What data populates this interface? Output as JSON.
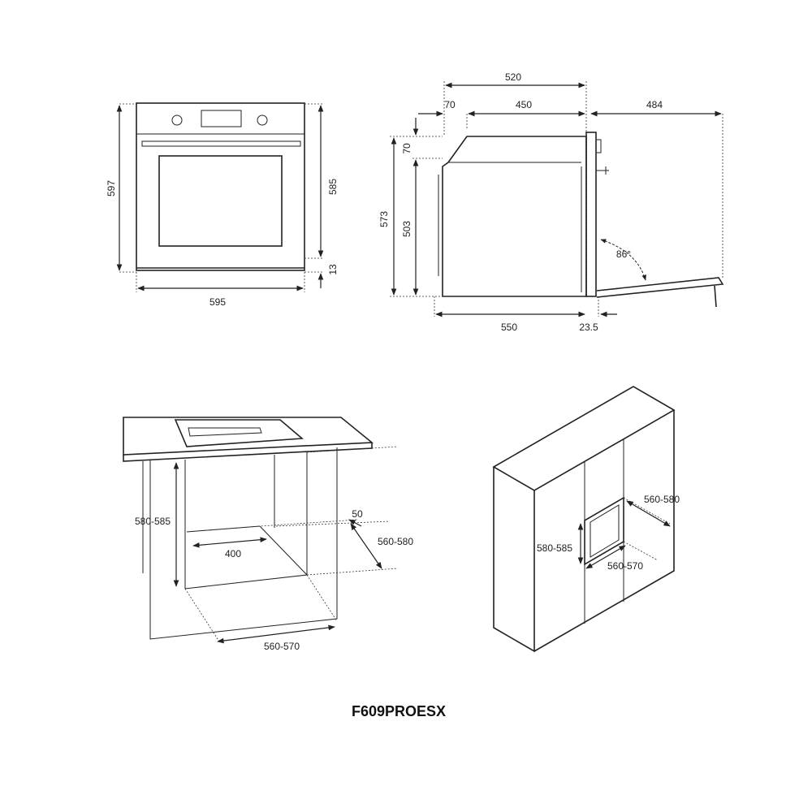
{
  "front_view": {
    "height_total": "597",
    "height_body": "585",
    "bottom_gap": "13",
    "width": "595"
  },
  "side_view": {
    "depth_total": "520",
    "top_offset": "70",
    "top_depth": "450",
    "door_open": "484",
    "height_total": "573",
    "top_step": "70",
    "inner_height": "503",
    "door_angle": "86°",
    "body_depth": "550",
    "door_thickness": "23.5"
  },
  "undercounter_install": {
    "niche_height": "580-585",
    "vent_gap": "50",
    "niche_depth": "560-580",
    "rear_opening": "400",
    "niche_width": "560-570"
  },
  "column_install": {
    "niche_height": "580-585",
    "niche_depth": "560-580",
    "niche_width": "560-570"
  },
  "model": "F609PROESX"
}
